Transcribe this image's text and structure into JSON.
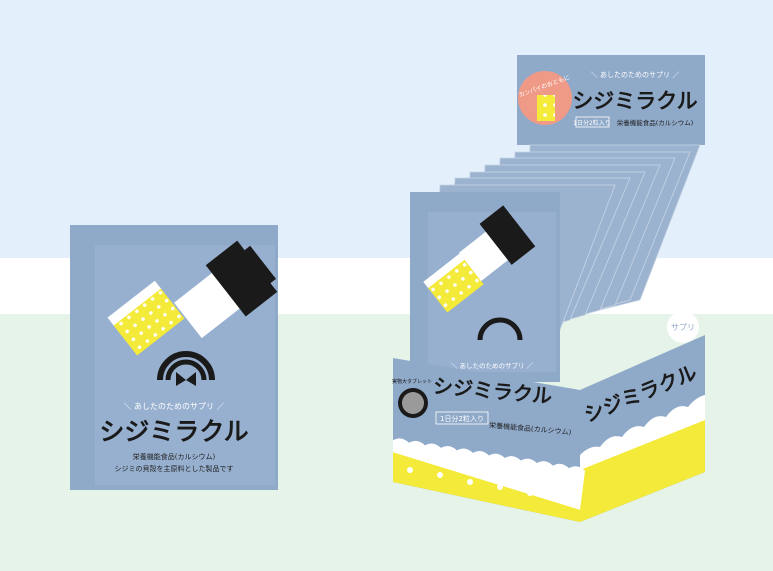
{
  "packet": {
    "tagline": "＼ あしたのためのサプリ ／",
    "brand": "シジミラクル",
    "category": "栄養機能食品(カルシウム)",
    "description": "シジミの貝殻を主原料とした製品です"
  },
  "display_box": {
    "header": {
      "badge": "カンパイのおともに",
      "tagline": "＼ あしたのためのサプリ ／",
      "brand": "シジミラクル",
      "dose": "1日分2粒入り",
      "category": "栄養機能食品(カルシウム)"
    },
    "front": {
      "tagline": "＼ あしたのためのサプリ ／",
      "tablet_label": "実物大タブレット",
      "brand": "シジミラクル",
      "dose": "1日分2粒入り",
      "category": "栄養機能食品(カルシウム)"
    },
    "side": {
      "badge": "サプリ",
      "brand": "シジミラクル"
    }
  },
  "colors": {
    "pack": "#8fa9c9",
    "yellow": "#f4ea3a",
    "black": "#1a1a1a",
    "salmon": "#ee9a86"
  }
}
